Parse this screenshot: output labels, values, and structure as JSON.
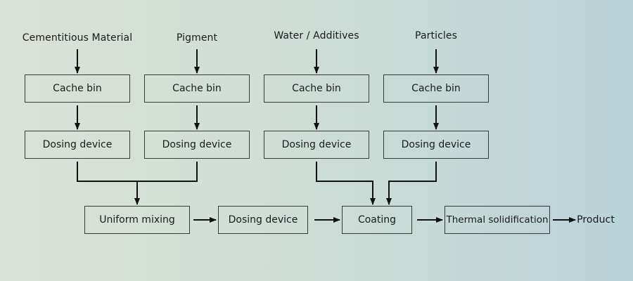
{
  "inputs": {
    "cementitious": "Cementitious Material",
    "pigment": "Pigment",
    "water": "Water / Additives",
    "particles": "Particles"
  },
  "cache_bin": "Cache bin",
  "dosing_device": "Dosing device",
  "process": {
    "uniform_mixing": "Uniform mixing",
    "dosing_device": "Dosing device",
    "coating": "Coating",
    "thermal_solidification": "Thermal solidification",
    "product": "Product"
  }
}
